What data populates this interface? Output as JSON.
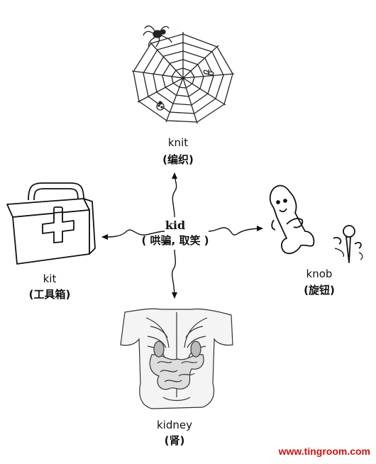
{
  "center": {
    "word": "kid",
    "meaning": "( 哄骗, 取笑 )"
  },
  "branches": {
    "top": {
      "word": "knit",
      "meaning": "(编织)",
      "illustration_icon": "spider-web-icon"
    },
    "left": {
      "word": "kit",
      "meaning": "(工具箱)",
      "illustration_icon": "toolbox-icon"
    },
    "right": {
      "word": "knob",
      "meaning": "(旋钮)",
      "illustration_icon": "knob-characters-icon"
    },
    "bottom": {
      "word": "kidney",
      "meaning": "(肾)",
      "illustration_icon": "torso-anatomy-icon"
    }
  },
  "watermark": "www.tingroom.com",
  "colors": {
    "ink": "#111111",
    "watermark": "#d01010"
  }
}
